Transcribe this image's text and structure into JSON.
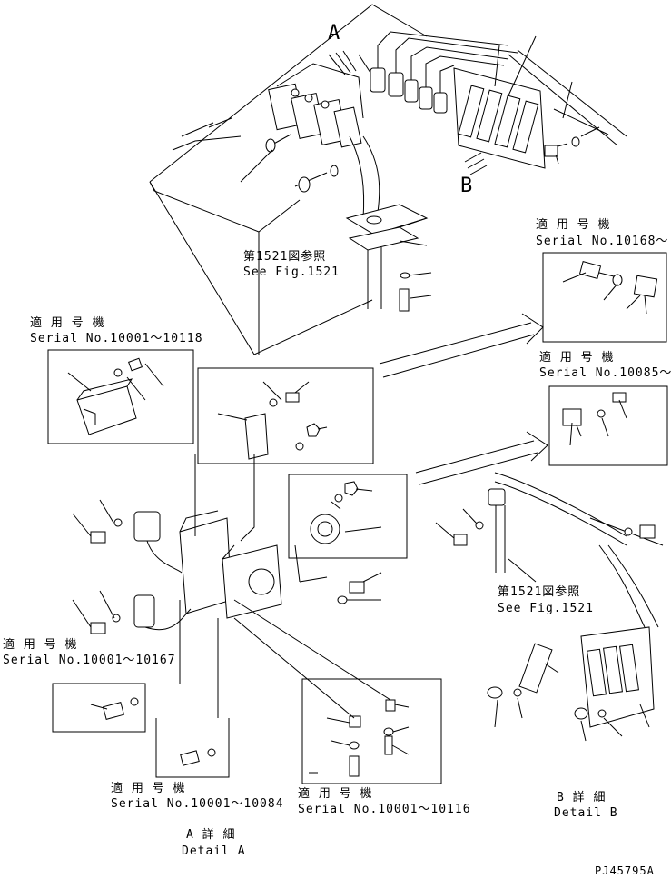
{
  "labels": {
    "view_a": "A",
    "view_b": "B",
    "see_fig_top_jp": "第1521図参照",
    "see_fig_top_en": "See Fig.1521",
    "see_fig_right_jp": "第1521図参照",
    "see_fig_right_en": "See Fig.1521",
    "detail_a_jp": "A 詳 細",
    "detail_a_en": "Detail A",
    "detail_b_jp": "B 詳 細",
    "detail_b_en": "Detail B",
    "drawing_code": "PJ45795A"
  },
  "serial_notes": [
    {
      "jp": "適 用 号 機",
      "en": "Serial No.10001～10118"
    },
    {
      "jp": "適 用 号 機",
      "en": "Serial No.10168～"
    },
    {
      "jp": "適 用 号 機",
      "en": "Serial No.10085～"
    },
    {
      "jp": "適 用 号 機",
      "en": "Serial No.10001～10167"
    },
    {
      "jp": "適 用 号 機",
      "en": "Serial No.10001～10084"
    },
    {
      "jp": "適 用 号 機",
      "en": "Serial No.10001～10116"
    }
  ]
}
